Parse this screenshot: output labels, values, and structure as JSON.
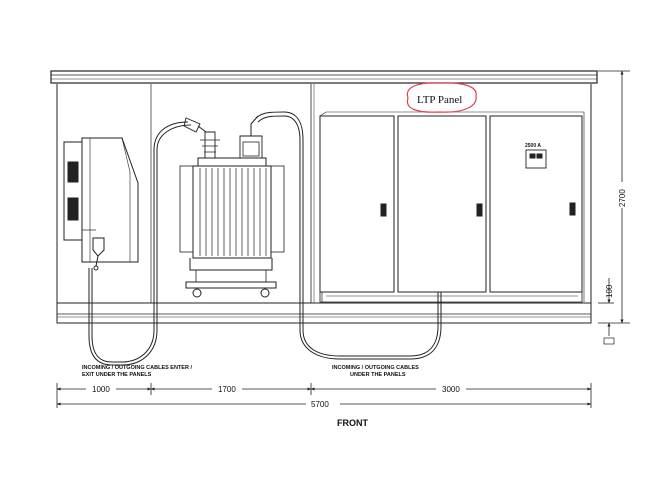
{
  "labels": {
    "ltp_panel": "LTP Panel",
    "panel_rating": "2500 A",
    "front": "FRONT",
    "left_cable_note_line1": "INCOMING / OUTGOING CABLES  ENTER /",
    "left_cable_note_line2": "EXIT UNDER  THE PANELS",
    "right_cable_note_line1": "INCOMING / OUTGOING CABLES",
    "right_cable_note_line2": "UNDER  THE PANELS"
  },
  "dimensions": {
    "section_1": "1000",
    "section_2": "1700",
    "section_3": "3000",
    "total_width": "5700",
    "height": "2700",
    "base_height": "100"
  },
  "colors": {
    "line": "#222222",
    "annotation_circle": "#e0424f"
  }
}
